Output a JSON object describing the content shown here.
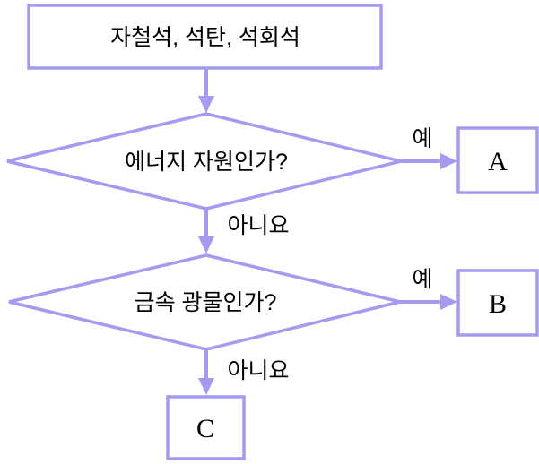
{
  "flowchart": {
    "title": "mineral-classification-flowchart",
    "start": {
      "label": "자철석, 석탄, 석회석"
    },
    "decision_energy": {
      "label": "에너지 자원인가?"
    },
    "decision_metal": {
      "label": "금속 광물인가?"
    },
    "branches": {
      "energy_yes": "예",
      "energy_no": "아니요",
      "metal_yes": "예",
      "metal_no": "아니요"
    },
    "result_a": {
      "label": "A"
    },
    "result_b": {
      "label": "B"
    },
    "result_c": {
      "label": "C"
    },
    "colors": {
      "line": "#a49bf0",
      "text": "#000000",
      "fill": "#ffffff"
    }
  }
}
